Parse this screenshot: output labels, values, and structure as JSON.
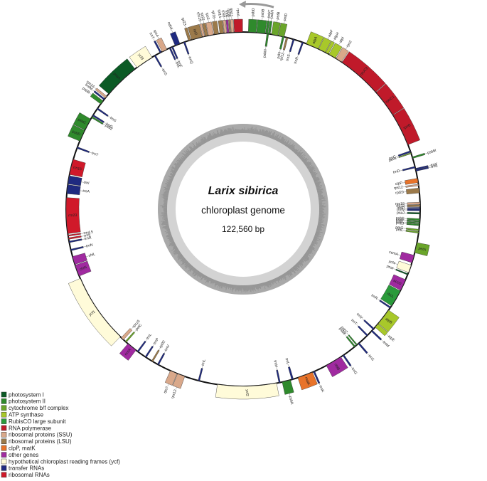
{
  "genome": {
    "species": "Larix sibirica",
    "subtitle": "chloroplast genome",
    "size": "122,560 bp"
  },
  "legend": [
    {
      "label": "photosystem I",
      "color": "#0b5a25"
    },
    {
      "label": "photosystem II",
      "color": "#2f8a2c"
    },
    {
      "label": "cytochrome b/f complex",
      "color": "#6aa52a"
    },
    {
      "label": "ATP synthase",
      "color": "#a8c82a"
    },
    {
      "label": "RubisCO large subunit",
      "color": "#2a9a3a"
    },
    {
      "label": "RNA polymerase",
      "color": "#c01a2a"
    },
    {
      "label": "ribosomal proteins (SSU)",
      "color": "#d9a88a"
    },
    {
      "label": "ribosomal proteins (LSU)",
      "color": "#9c7a4a"
    },
    {
      "label": "clpP, matK",
      "color": "#e8732a"
    },
    {
      "label": "other genes",
      "color": "#a02aa0"
    },
    {
      "label": "hypothetical chloroplast reading frames (ycf)",
      "color": "#fffbd9"
    },
    {
      "label": "transfer RNAs",
      "color": "#1f2a80"
    },
    {
      "label": "ribosomal RNAs",
      "color": "#d0192a"
    }
  ],
  "genes": [
    {
      "n": "psbD",
      "s": 2,
      "e": 5,
      "o": "out",
      "c": 1
    },
    {
      "n": "psbB",
      "s": 5.2,
      "e": 8.5,
      "o": "out",
      "c": 1
    },
    {
      "n": "psbT",
      "s": 8.7,
      "e": 9.5,
      "o": "out",
      "c": 1
    },
    {
      "n": "psbH",
      "s": 9.7,
      "e": 10.5,
      "o": "out",
      "c": 1
    },
    {
      "n": "petB",
      "s": 11,
      "e": 13.5,
      "o": "out",
      "c": 2
    },
    {
      "n": "petD",
      "s": 13.7,
      "e": 16,
      "o": "out",
      "c": 2
    },
    {
      "n": "psbN",
      "s": 9.2,
      "e": 9.9,
      "o": "in",
      "c": 1
    },
    {
      "n": "trnS",
      "s": 19.5,
      "e": 20.1,
      "o": "in",
      "c": 11
    },
    {
      "n": "psbI",
      "s": 15.3,
      "e": 16,
      "o": "in",
      "c": 1
    },
    {
      "n": "rpl12",
      "s": 16.8,
      "e": 17.5,
      "o": "in",
      "c": 7
    },
    {
      "n": "trnR",
      "s": 23.2,
      "e": 23.8,
      "o": "in",
      "c": 11
    },
    {
      "n": "atpA",
      "s": 25,
      "e": 30,
      "o": "out",
      "c": 3
    },
    {
      "n": "atpF",
      "s": 30.2,
      "e": 33,
      "o": "out",
      "c": 3
    },
    {
      "n": "atpH",
      "s": 33.2,
      "e": 34.4,
      "o": "out",
      "c": 3
    },
    {
      "n": "atpI",
      "s": 34.7,
      "e": 37.5,
      "o": "out",
      "c": 3
    },
    {
      "n": "rps2",
      "s": 37.8,
      "e": 40.3,
      "o": "out",
      "c": 6
    },
    {
      "n": "rpoC2",
      "s": 40.6,
      "e": 58,
      "o": "out",
      "c": 5
    },
    {
      "n": "rpoC1",
      "s": 58.2,
      "e": 69,
      "o": "out",
      "c": 5
    },
    {
      "n": "rpoB",
      "s": 69.2,
      "e": 82,
      "o": "out",
      "c": 5
    },
    {
      "n": "trnC",
      "s": 84.5,
      "e": 85.1,
      "o": "in",
      "c": 11
    },
    {
      "n": "petN",
      "s": 85.3,
      "e": 85.7,
      "o": "in",
      "c": 2
    },
    {
      "n": "psbM",
      "s": 87,
      "e": 87.6,
      "o": "out",
      "c": 1
    },
    {
      "n": "trnD",
      "s": 90.8,
      "e": 91.4,
      "o": "in",
      "c": 11
    },
    {
      "n": "trnY",
      "s": 91.6,
      "e": 92.1,
      "o": "out",
      "c": 11
    },
    {
      "n": "trnE",
      "s": 92.2,
      "e": 92.7,
      "o": "out",
      "c": 11
    },
    {
      "n": "clpP",
      "s": 95.5,
      "e": 97.2,
      "o": "in",
      "c": 8
    },
    {
      "n": "rps12",
      "s": 97.8,
      "e": 98.4,
      "o": "in",
      "c": 6
    },
    {
      "n": "rpl20",
      "s": 99.3,
      "e": 101.2,
      "o": "in",
      "c": 7
    },
    {
      "n": "rps18",
      "s": 104.8,
      "e": 105.6,
      "o": "in",
      "c": 6
    },
    {
      "n": "rpl33",
      "s": 105.8,
      "e": 106.5,
      "o": "in",
      "c": 7
    },
    {
      "n": "trnP",
      "s": 106.8,
      "e": 107.3,
      "o": "in",
      "c": 11
    },
    {
      "n": "trnW",
      "s": 107.5,
      "e": 108.1,
      "o": "in",
      "c": 11
    },
    {
      "n": "psaJ",
      "s": 108.8,
      "e": 109.4,
      "o": "in",
      "c": 0
    },
    {
      "n": "psbE",
      "s": 111.2,
      "e": 111.8,
      "o": "in",
      "c": 1
    },
    {
      "n": "psbF",
      "s": 112,
      "e": 112.5,
      "o": "in",
      "c": 1
    },
    {
      "n": "psbL",
      "s": 112.7,
      "e": 113.2,
      "o": "in",
      "c": 1
    },
    {
      "n": "psbJ",
      "s": 113.4,
      "e": 113.9,
      "o": "in",
      "c": 1
    },
    {
      "n": "petG",
      "s": 115.3,
      "e": 115.9,
      "o": "in",
      "c": 2
    },
    {
      "n": "petL",
      "s": 116.2,
      "e": 116.8,
      "o": "in",
      "c": 2
    },
    {
      "n": "petA",
      "s": 120.5,
      "e": 124.5,
      "o": "out",
      "c": 2
    },
    {
      "n": "cemA",
      "s": 125.5,
      "e": 128.5,
      "o": "in",
      "c": 9
    },
    {
      "n": "ycf4",
      "s": 129.5,
      "e": 132.5,
      "o": "in",
      "c": 10
    },
    {
      "n": "psaI",
      "s": 133,
      "e": 133.5,
      "o": "in",
      "c": 0
    },
    {
      "n": "accD",
      "s": 135.5,
      "e": 140,
      "o": "in",
      "c": 9
    },
    {
      "n": "rbcL",
      "s": 140.3,
      "e": 147,
      "o": "in",
      "c": 4
    },
    {
      "n": "trnR",
      "s": 147.5,
      "e": 148.1,
      "o": "in",
      "c": 11
    },
    {
      "n": "atpB",
      "s": 149,
      "e": 155.5,
      "o": "out",
      "c": 3
    },
    {
      "n": "atpE",
      "s": 155.7,
      "e": 157.4,
      "o": "out",
      "c": 3
    },
    {
      "n": "trnV",
      "s": 158,
      "e": 158.6,
      "o": "in",
      "c": 11
    },
    {
      "n": "trnM",
      "s": 159,
      "e": 159.6,
      "o": "out",
      "c": 11
    },
    {
      "n": "trnT",
      "s": 161.5,
      "e": 162.1,
      "o": "in",
      "c": 11
    },
    {
      "n": "trnS",
      "s": 166,
      "e": 166.6,
      "o": "out",
      "c": 11
    },
    {
      "n": "psbZ",
      "s": 167,
      "e": 167.5,
      "o": "in",
      "c": 1
    },
    {
      "n": "psbK",
      "s": 168,
      "e": 168.6,
      "o": "in",
      "c": 1
    },
    {
      "n": "trnG",
      "s": 173.5,
      "e": 174.1,
      "o": "out",
      "c": 11
    },
    {
      "n": "chlB",
      "s": 175,
      "e": 181.5,
      "o": "out",
      "c": 9
    },
    {
      "n": "trnK",
      "s": 186.5,
      "e": 187.1,
      "o": "out",
      "c": 11
    },
    {
      "n": "matK",
      "s": 187.5,
      "e": 193.5,
      "o": "out",
      "c": 8
    },
    {
      "n": "trnL",
      "s": 195.3,
      "e": 196,
      "o": "in",
      "c": 11
    },
    {
      "n": "psbA",
      "s": 196.5,
      "e": 199.8,
      "o": "out",
      "c": 1
    },
    {
      "n": "trnH",
      "s": 200.5,
      "e": 201.1,
      "o": "in",
      "c": 11
    },
    {
      "n": "ycf2",
      "s": 202,
      "e": 225,
      "o": "out",
      "c": 10
    },
    {
      "n": "trnL",
      "s": 232,
      "e": 232.6,
      "o": "in",
      "c": 11
    },
    {
      "n": "rps12",
      "s": 238,
      "e": 241,
      "o": "out",
      "c": 6
    },
    {
      "n": "rps7",
      "s": 241.2,
      "e": 244,
      "o": "out",
      "c": 6
    },
    {
      "n": "trnV",
      "s": 249,
      "e": 249.6,
      "o": "in",
      "c": 11
    },
    {
      "n": "rpl32",
      "s": 251.6,
      "e": 252.2,
      "o": "in",
      "c": 7
    },
    {
      "n": "trnP",
      "s": 254.6,
      "e": 255.2,
      "o": "in",
      "c": 11
    },
    {
      "n": "trnL",
      "s": 258.3,
      "e": 258.9,
      "o": "in",
      "c": 11
    },
    {
      "n": "ccsA",
      "s": 259.5,
      "e": 263.5,
      "o": "out",
      "c": 9
    },
    {
      "n": "petC",
      "s": 264.3,
      "e": 264.9,
      "o": "in",
      "c": 2
    },
    {
      "n": "rps15",
      "s": 265.8,
      "e": 267,
      "o": "in",
      "c": 6
    },
    {
      "n": "ycf1",
      "s": 267.5,
      "e": 295,
      "o": "out",
      "c": 10
    },
    {
      "n": "chlN",
      "s": 296,
      "e": 300.5,
      "o": "in",
      "c": 9
    },
    {
      "n": "chlL",
      "s": 300.8,
      "e": 304,
      "o": "in",
      "c": 9
    },
    {
      "n": "trnN",
      "s": 306.3,
      "e": 306.9,
      "o": "in",
      "c": 11
    },
    {
      "n": "trnR",
      "s": 309.5,
      "e": 310.1,
      "o": "in",
      "c": 11
    },
    {
      "n": "rrn5",
      "s": 310.8,
      "e": 311.4,
      "o": "in",
      "c": 12
    },
    {
      "n": "rrn4.5",
      "s": 312,
      "e": 312.5,
      "o": "in",
      "c": 12
    },
    {
      "n": "rrn23",
      "s": 313,
      "e": 327,
      "o": "in",
      "c": 12
    },
    {
      "n": "trnA",
      "s": 328.5,
      "e": 332,
      "o": "in",
      "c": 11
    },
    {
      "n": "trnI",
      "s": 332.3,
      "e": 335.5,
      "o": "in",
      "c": 11
    },
    {
      "n": "rrn16",
      "s": 336,
      "e": 342,
      "o": "in",
      "c": 12
    },
    {
      "n": "trnT",
      "s": 346.5,
      "e": 347.1,
      "o": "in",
      "c": 11
    },
    {
      "n": "psbD",
      "s": 349.5,
      "e": 354,
      "o": "out",
      "c": 1
    },
    {
      "n": "psbC",
      "s": 354.2,
      "e": 359,
      "o": "out",
      "c": 1
    },
    {
      "n": "psbZ",
      "s": 359.6,
      "e": 360.2,
      "o": "in",
      "c": 1
    },
    {
      "n": "trnG",
      "s": 360.4,
      "e": 361,
      "o": "in",
      "c": 11
    },
    {
      "n": "trnS",
      "s": 363.5,
      "e": 364.1,
      "o": "in",
      "c": 11
    },
    {
      "n": "psbB",
      "s": 366,
      "e": 367.5,
      "o": "out",
      "c": 1
    },
    {
      "n": "trnfM",
      "s": 368,
      "e": 368.6,
      "o": "out",
      "c": 11
    },
    {
      "n": "rps14",
      "s": 369,
      "e": 369.8,
      "o": "out",
      "c": 6
    },
    {
      "n": "psaA",
      "s": 371,
      "e": 385,
      "o": "out",
      "c": 0
    },
    {
      "n": "ycf3",
      "s": 386,
      "e": 393,
      "o": "out",
      "c": 10
    },
    {
      "n": "trnS",
      "s": 394,
      "e": 394.6,
      "o": "in",
      "c": 11
    },
    {
      "n": "trnT",
      "s": 396.5,
      "e": 397.1,
      "o": "out",
      "c": 11
    },
    {
      "n": "rps4",
      "s": 397.5,
      "e": 399.5,
      "o": "out",
      "c": 6
    },
    {
      "n": "trnL",
      "s": 400.5,
      "e": 401.1,
      "o": "in",
      "c": 11
    },
    {
      "n": "trnF",
      "s": 401.5,
      "e": 402.1,
      "o": "in",
      "c": 11
    },
    {
      "n": "ndhK",
      "s": 403,
      "e": 405,
      "o": "out",
      "c": 11
    },
    {
      "n": "trnQ",
      "s": 406.5,
      "e": 407.1,
      "o": "in",
      "c": 11
    },
    {
      "n": "rpl23",
      "s": 408.5,
      "e": 409.5,
      "o": "out",
      "c": 7
    },
    {
      "n": "rpl2",
      "s": 409.8,
      "e": 414,
      "o": "out",
      "c": 7
    },
    {
      "n": "rps19",
      "s": 414.2,
      "e": 415,
      "o": "out",
      "c": 6
    },
    {
      "n": "rpl22",
      "s": 415.2,
      "e": 416.3,
      "o": "out",
      "c": 7
    },
    {
      "n": "rps3",
      "s": 416.5,
      "e": 418.5,
      "o": "out",
      "c": 6
    },
    {
      "n": "rpl16",
      "s": 418.8,
      "e": 420.5,
      "o": "out",
      "c": 7
    },
    {
      "n": "rpl14",
      "s": 421,
      "e": 422.5,
      "o": "out",
      "c": 7
    },
    {
      "n": "rps8",
      "s": 422.7,
      "e": 423.6,
      "o": "out",
      "c": 6
    },
    {
      "n": "infA",
      "s": 423.8,
      "e": 424.5,
      "o": "out",
      "c": 9
    },
    {
      "n": "rpl36",
      "s": 424.7,
      "e": 425.2,
      "o": "out",
      "c": 7
    },
    {
      "n": "rps11",
      "s": 425.4,
      "e": 426.4,
      "o": "out",
      "c": 6
    },
    {
      "n": "rpoA",
      "s": 426.6,
      "e": 429.8,
      "o": "out",
      "c": 5
    }
  ]
}
